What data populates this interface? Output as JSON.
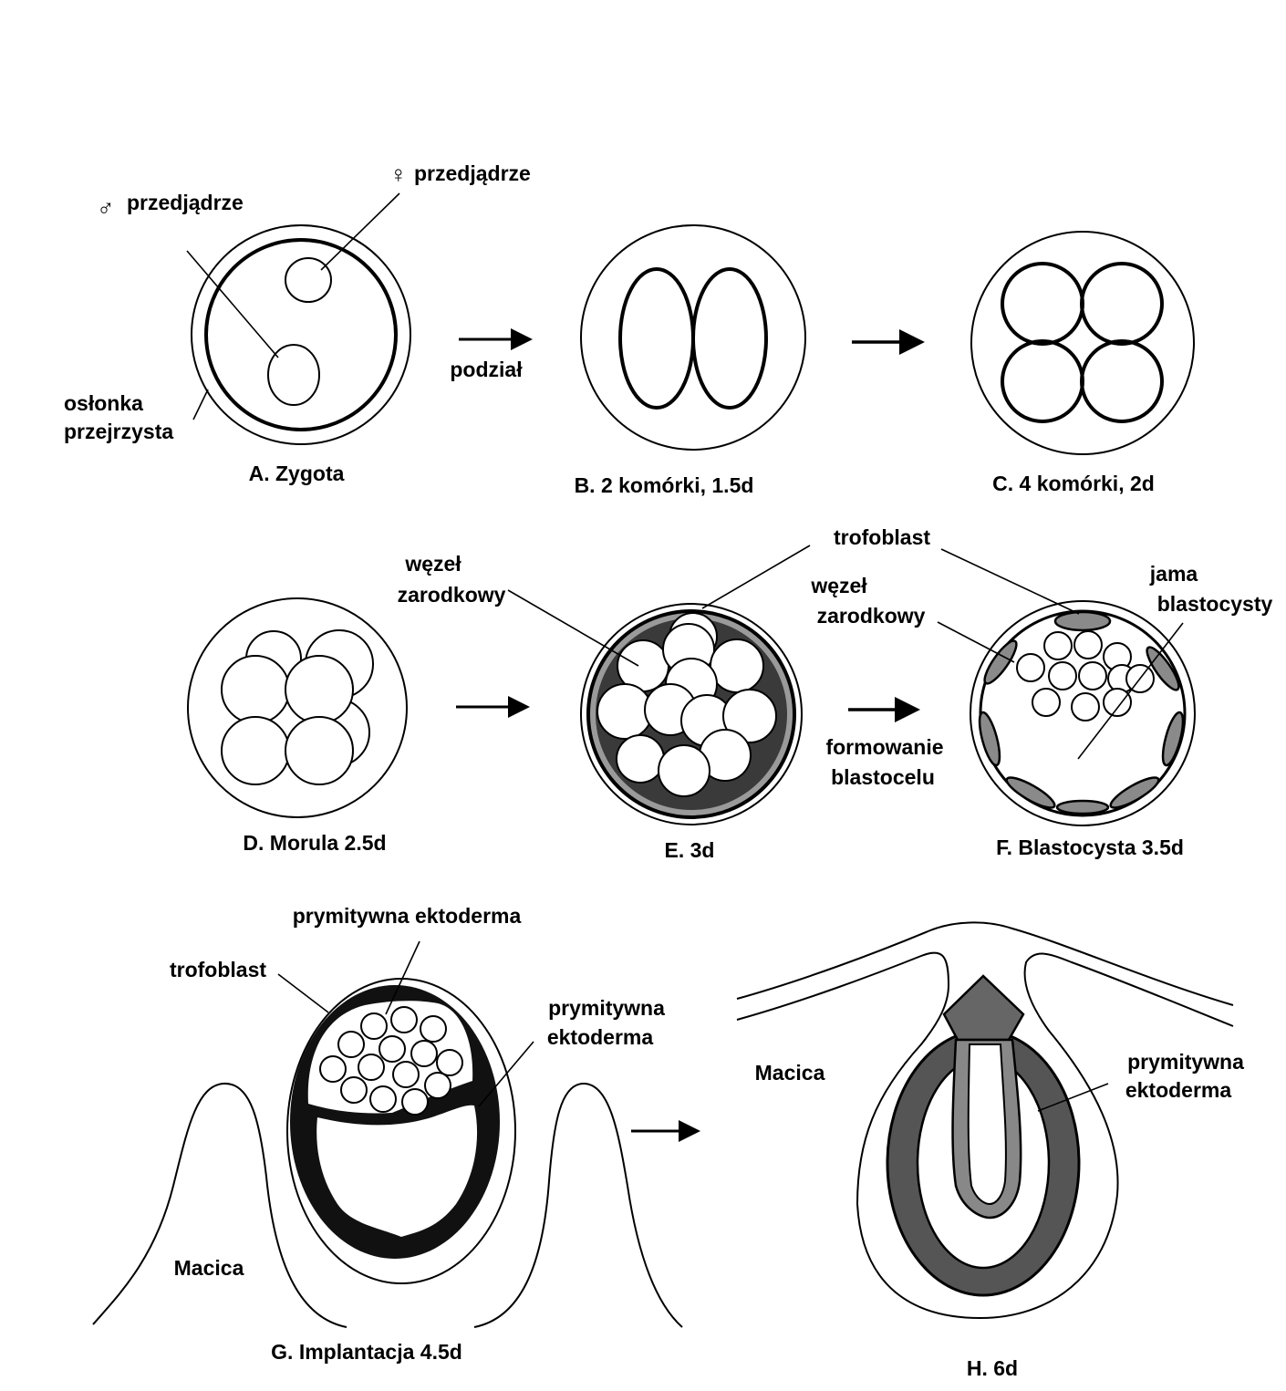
{
  "panels": {
    "A": {
      "caption": "A. Zygota",
      "male_pronucleus": "przedjądrze",
      "female_pronucleus": "przedjądrze",
      "zona_line1": "osłonka",
      "zona_line2": "przejrzysta"
    },
    "arrow_AB": "podział",
    "B": {
      "caption": "B. 2 komórki, 1.5d"
    },
    "C": {
      "caption": "C. 4 komórki, 2d"
    },
    "D": {
      "caption": "D. Morula 2.5d"
    },
    "E": {
      "caption": "E. 3d",
      "icm_line1": "węzeł",
      "icm_line2": "zarodkowy",
      "trophoblast": "trofoblast"
    },
    "arrow_EF_line1": "formowanie",
    "arrow_EF_line2": "blastocelu",
    "F": {
      "caption": "F. Blastocysta 3.5d",
      "icm_line1": "węzeł",
      "icm_line2": "zarodkowy",
      "cavity_line1": "jama",
      "cavity_line2": "blastocysty"
    },
    "G": {
      "caption": "G. Implantacja 4.5d",
      "primitive_ecto_top": "prymitywna ektoderma",
      "trophoblast": "trofoblast",
      "primitive_ecto_line1": "prymitywna",
      "primitive_ecto_line2": "ektoderma",
      "uterus": "Macica"
    },
    "H": {
      "caption": "H. 6d",
      "uterus": "Macica",
      "primitive_ecto_line1": "prymitywna",
      "primitive_ecto_line2": "ektoderma"
    }
  },
  "symbols": {
    "male": "♂",
    "female": "♀"
  }
}
